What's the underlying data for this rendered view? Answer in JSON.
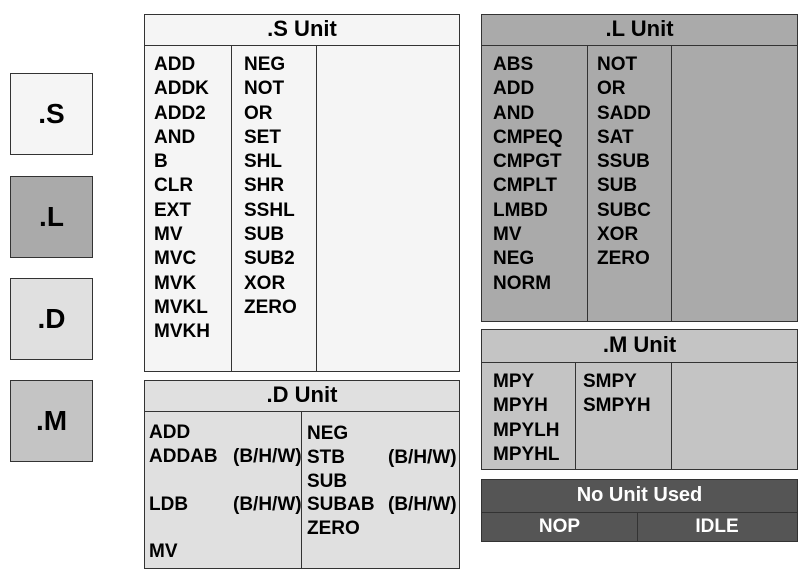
{
  "legend": [
    {
      "label": ".S",
      "color": "#f5f5f5"
    },
    {
      "label": ".L",
      "color": "#aaaaaa"
    },
    {
      "label": ".D",
      "color": "#e0e0e0"
    },
    {
      "label": ".M",
      "color": "#c4c4c4"
    }
  ],
  "s_unit": {
    "title": ".S Unit",
    "col1": [
      "ADD",
      "ADDK",
      "ADD2",
      "AND",
      "B",
      "CLR",
      "EXT",
      "MV",
      "MVC",
      "MVK",
      "MVKL",
      "MVKH"
    ],
    "col2": [
      "NEG",
      "NOT",
      "OR",
      "SET",
      "SHL",
      "SHR",
      "SSHL",
      "SUB",
      "SUB2",
      "XOR",
      "ZERO"
    ]
  },
  "l_unit": {
    "title": ".L Unit",
    "col1": [
      "ABS",
      "ADD",
      "AND",
      "CMPEQ",
      "CMPGT",
      "CMPLT",
      "LMBD",
      "MV",
      "NEG",
      "NORM"
    ],
    "col2": [
      "NOT",
      "OR",
      "SADD",
      "SAT",
      "SSUB",
      "SUB",
      "SUBC",
      "XOR",
      "ZERO"
    ]
  },
  "m_unit": {
    "title": ".M Unit",
    "col1": [
      "MPY",
      "MPYH",
      "MPYLH",
      "MPYHL"
    ],
    "col2": [
      "SMPY",
      "SMPYH"
    ]
  },
  "d_unit": {
    "title": ".D Unit",
    "left": {
      "add": "ADD",
      "addab": "ADDAB",
      "addab_suffix": "(B/H/W)",
      "ldb": "LDB",
      "ldb_suffix": "(B/H/W)",
      "mv": "MV"
    },
    "right": {
      "neg": "NEG",
      "stb": "STB",
      "stb_suffix": "(B/H/W)",
      "sub": "SUB",
      "subab": "SUBAB",
      "subab_suffix": "(B/H/W)",
      "zero": "ZERO"
    }
  },
  "no_unit": {
    "title": "No Unit Used",
    "items": [
      "NOP",
      "IDLE"
    ]
  },
  "colors": {
    "s_bg": "#f5f5f5",
    "l_bg": "#aaaaaa",
    "d_bg": "#e0e0e0",
    "m_bg": "#c4c4c4",
    "no_unit_bg": "#555555",
    "no_unit_text": "#ffffff",
    "border": "#333333"
  }
}
